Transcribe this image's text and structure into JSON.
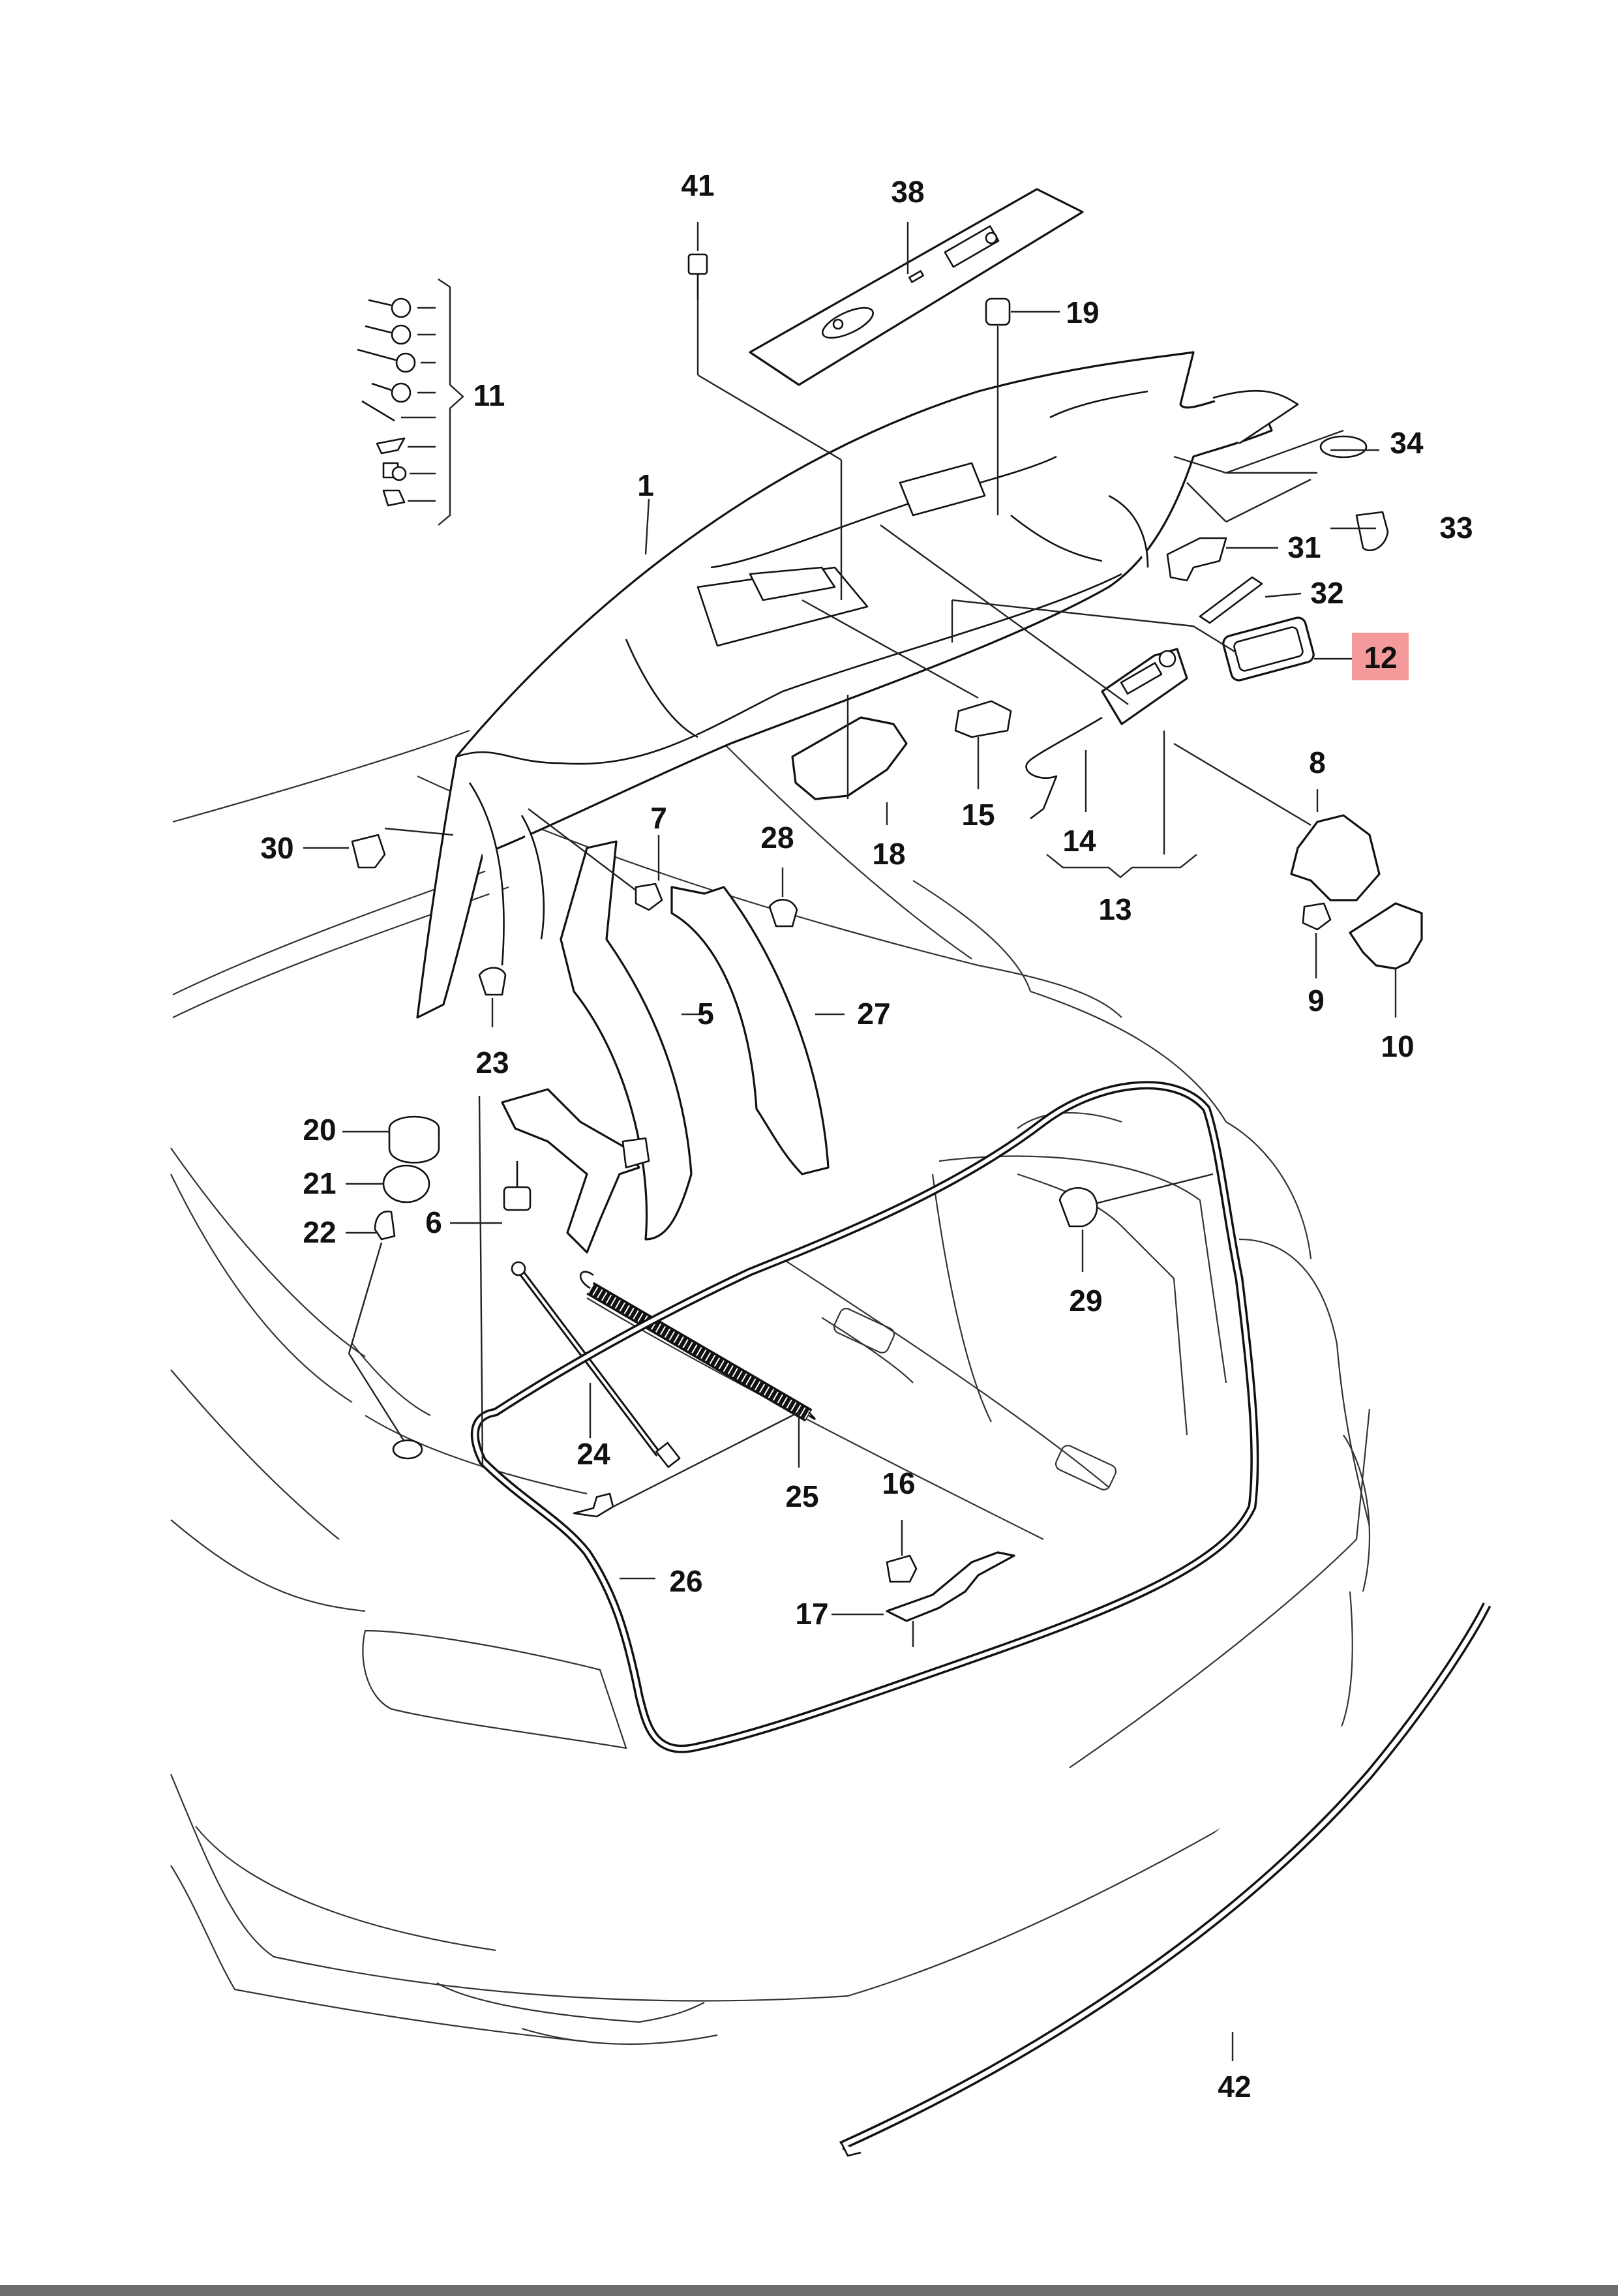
{
  "colors": {
    "highlight": "#f59a9a",
    "line": "#111111",
    "bottom_bar": "#6d6d6d"
  },
  "callouts": {
    "p1": "1",
    "p5": "5",
    "p6": "6",
    "p7": "7",
    "p8": "8",
    "p9": "9",
    "p10": "10",
    "p11": "11",
    "p12": "12",
    "p13": "13",
    "p14": "14",
    "p15": "15",
    "p16": "16",
    "p17": "17",
    "p18": "18",
    "p19": "19",
    "p20": "20",
    "p21": "21",
    "p22": "22",
    "p23": "23",
    "p24": "24",
    "p25": "25",
    "p26": "26",
    "p27": "27",
    "p28": "28",
    "p29": "29",
    "p30": "30",
    "p31": "31",
    "p32": "32",
    "p33": "33",
    "p34": "34",
    "p38": "38",
    "p41": "41",
    "p42": "42"
  },
  "highlighted_callout": "12"
}
